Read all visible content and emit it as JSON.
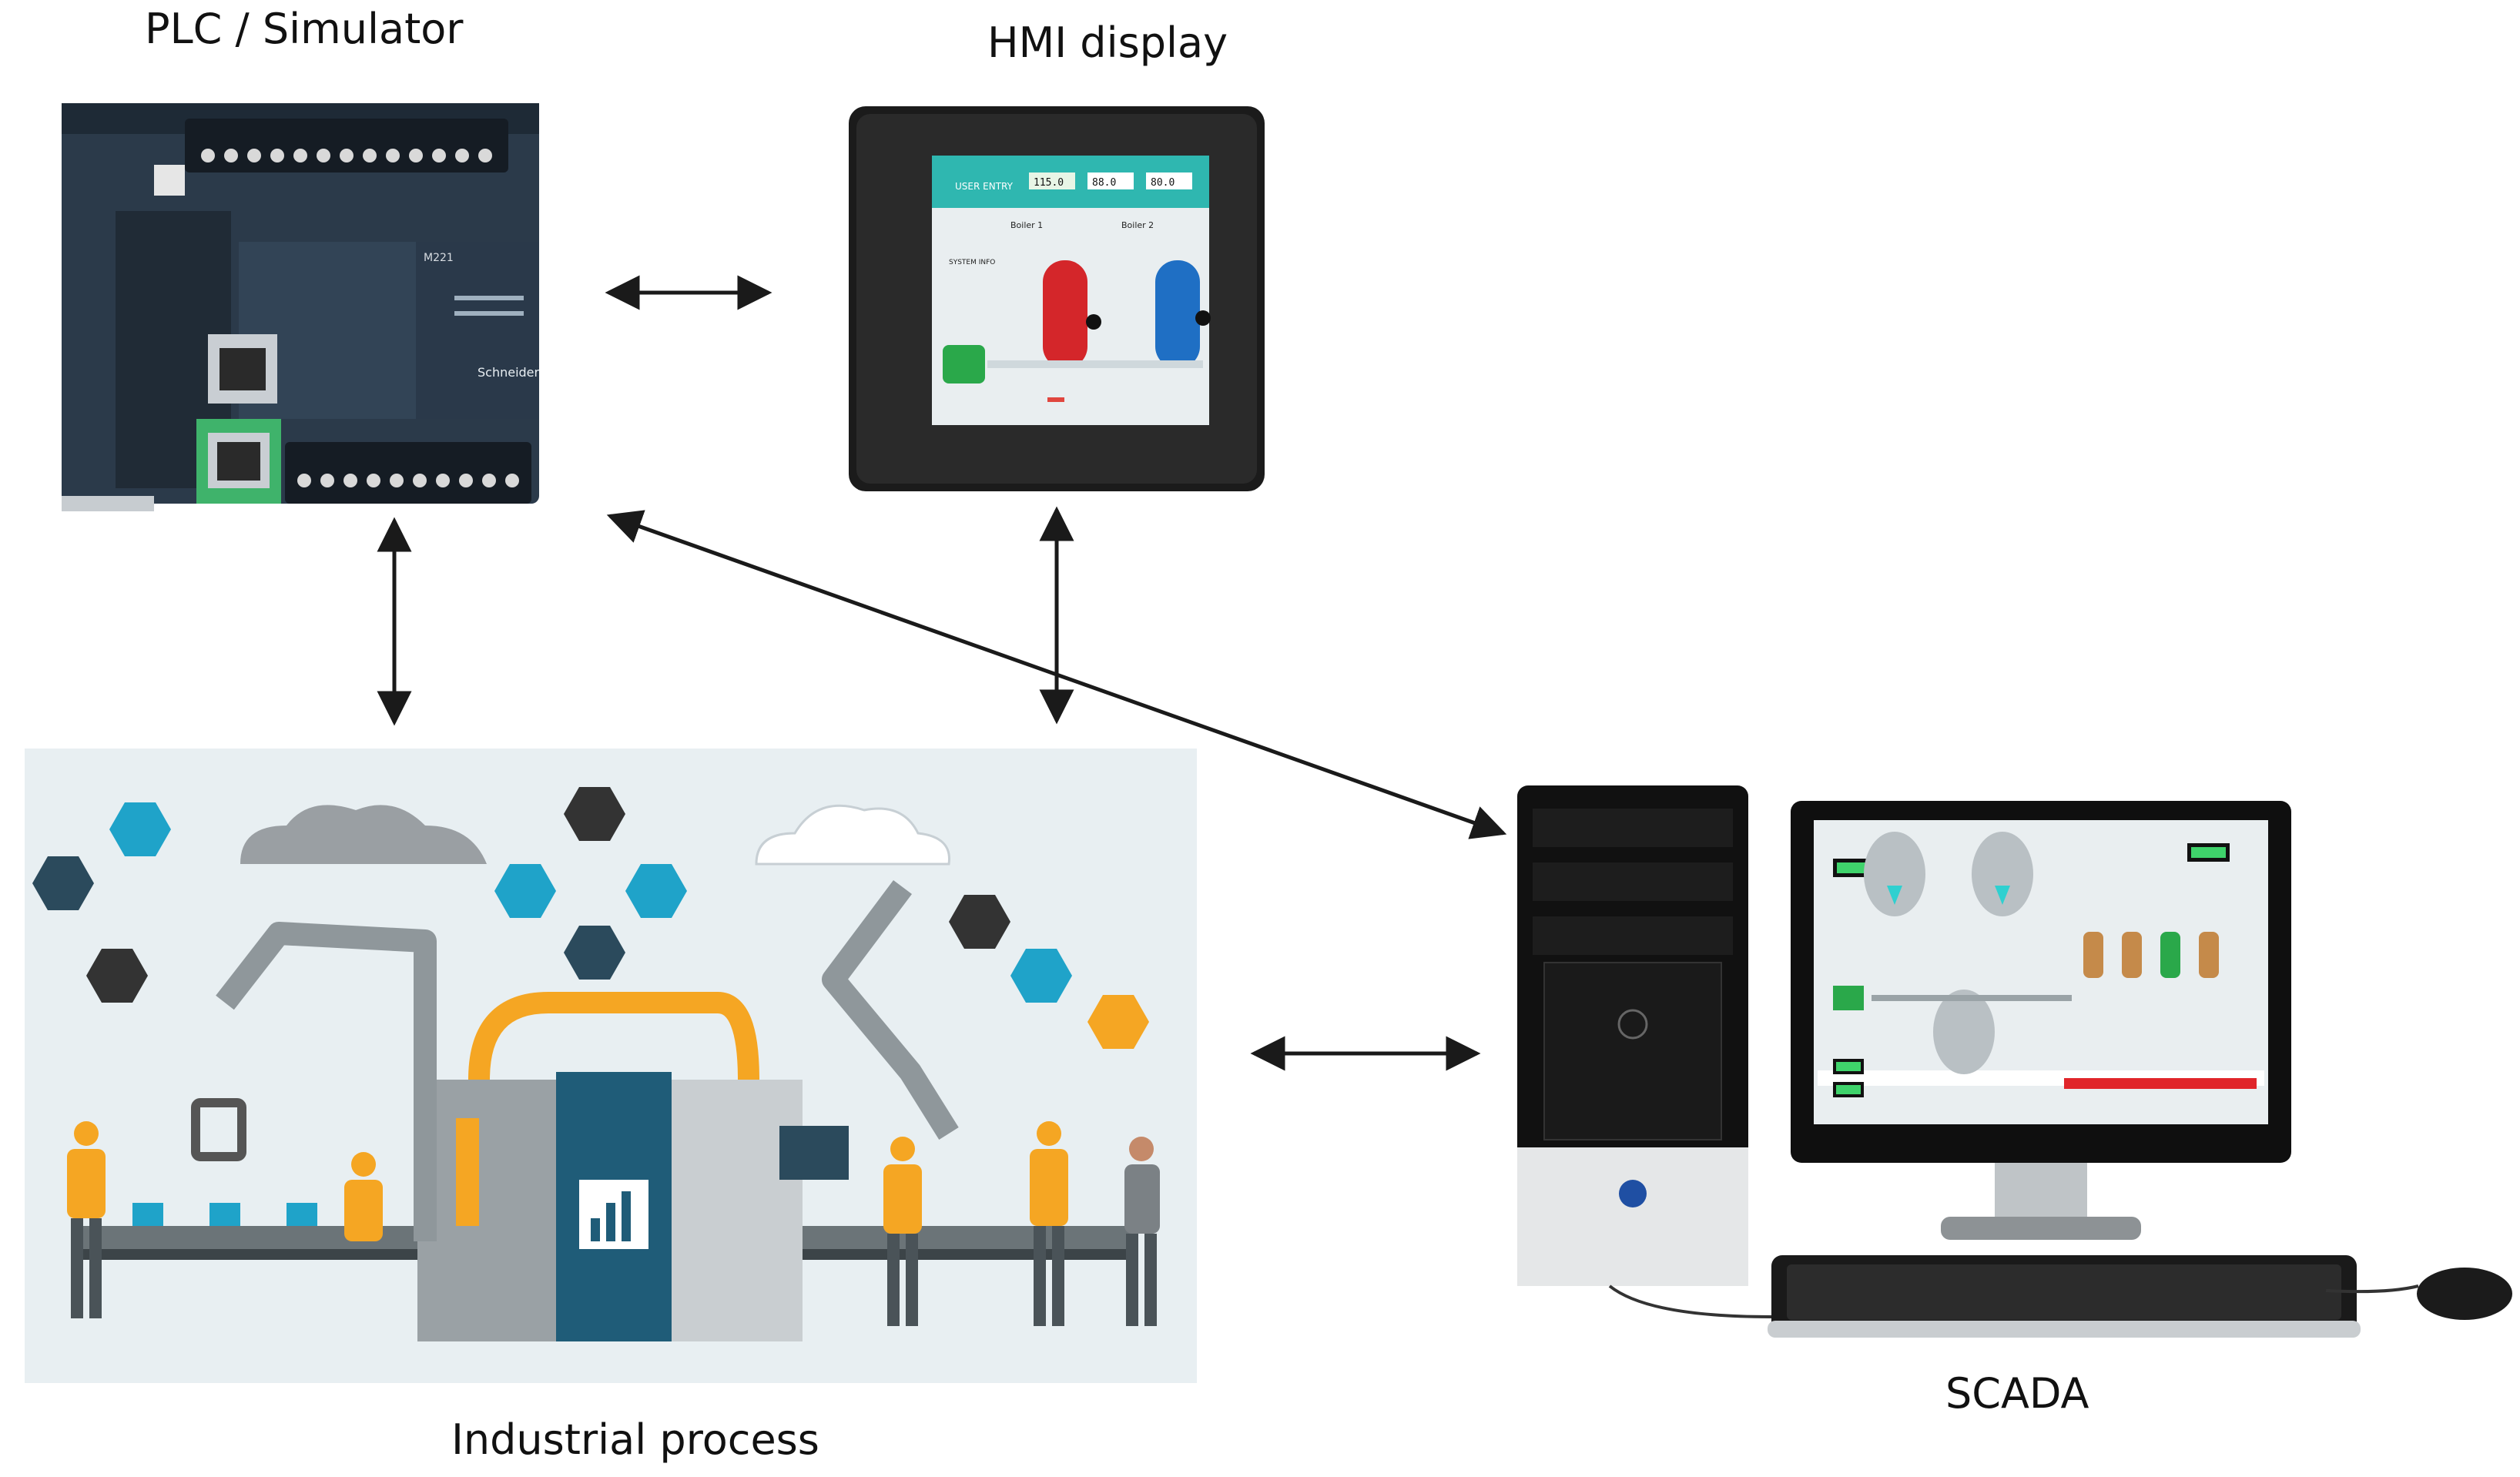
{
  "labels": {
    "plc": "PLC / Simulator",
    "hmi": "HMI display",
    "process": "Industrial process",
    "scada": "SCADA"
  },
  "device_text": {
    "plc_brand": "Schneider",
    "plc_model": "M221",
    "hmi_user_entry": "USER ENTRY",
    "hmi_values": [
      "115.0",
      "88.0",
      "80.0"
    ],
    "hmi_boiler1": "Boiler 1",
    "hmi_boiler2": "Boiler 2",
    "hmi_system_info": "SYSTEM INFO"
  },
  "connections": [
    {
      "from": "plc",
      "to": "hmi",
      "direction": "bidirectional"
    },
    {
      "from": "plc",
      "to": "process",
      "direction": "bidirectional"
    },
    {
      "from": "hmi",
      "to": "process",
      "direction": "bidirectional"
    },
    {
      "from": "plc",
      "to": "scada",
      "direction": "bidirectional"
    },
    {
      "from": "process",
      "to": "scada",
      "direction": "bidirectional"
    }
  ],
  "colors": {
    "arrow": "#1a1a1a",
    "plc_body": "#2b3a4a",
    "hmi_screen": "#2fb7b0",
    "process_bg": "#e8eff2",
    "process_accent": "#f5a623",
    "process_teal": "#1f8fb0",
    "scada_screen": "#e9eef0"
  }
}
